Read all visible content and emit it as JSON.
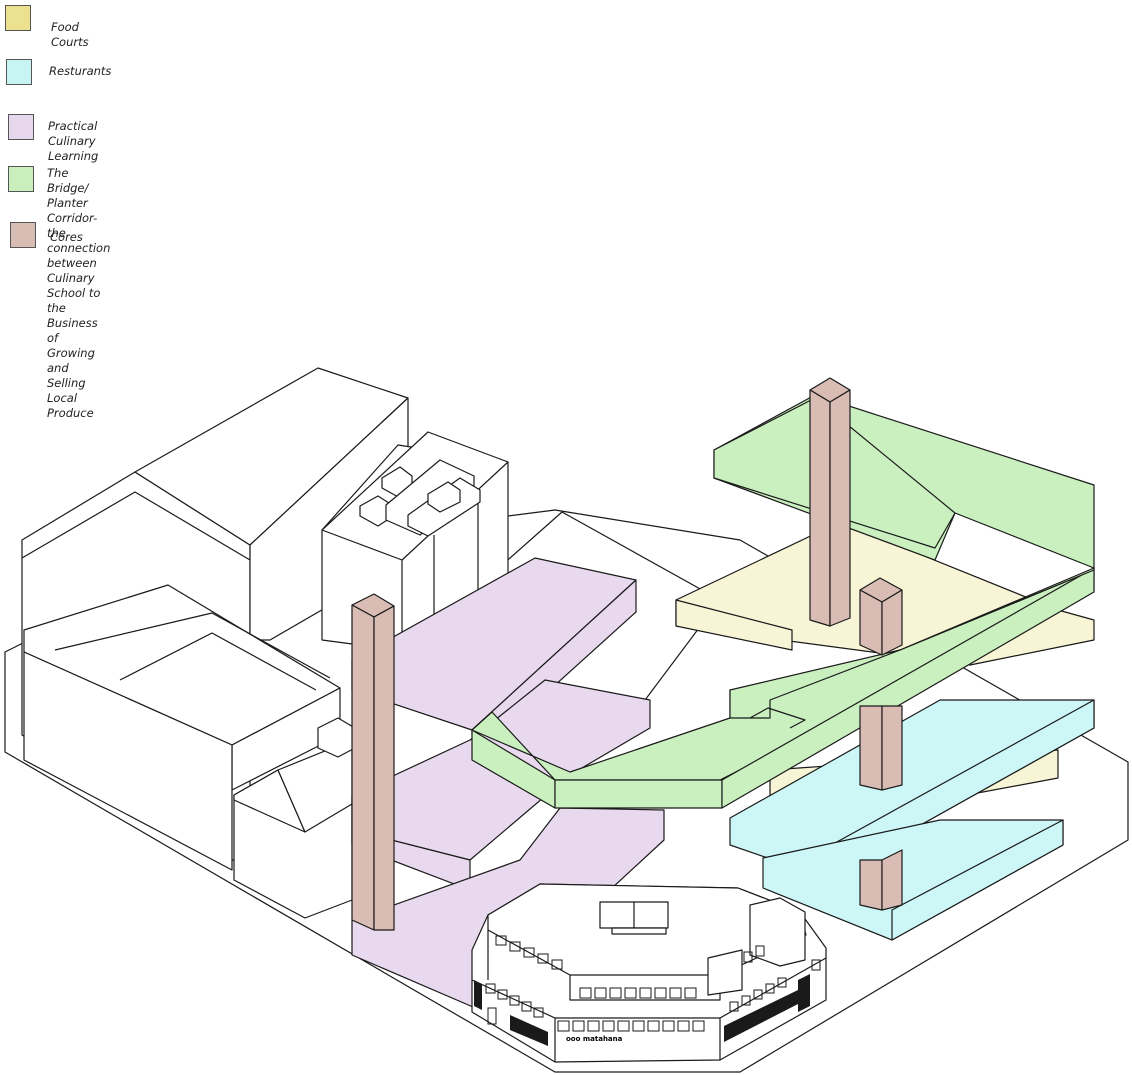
{
  "legend": {
    "items": [
      {
        "key": "food_courts",
        "label": "Food Courts",
        "color": "#ece18f"
      },
      {
        "key": "restaurants",
        "label": "Resturants",
        "color": "#c8f4f4"
      },
      {
        "key": "culinary",
        "label": "Practical Culinary Learning",
        "color": "#e6d7ec"
      },
      {
        "key": "bridge",
        "label": "The Bridge/ Planter Corridor-\nthe  connection between\nCulinary School to the Business of\nGrowing and Selling Local Produce",
        "color": "#c9efbc"
      },
      {
        "key": "cores",
        "label": "Cores",
        "color": "#d8bdb4"
      }
    ]
  },
  "diagram": {
    "storefront_sign": "ooo matahana",
    "colors": {
      "food_court_fill": "#f8f4d6",
      "restaurant_fill": "#cdf7f7",
      "culinary_fill": "#e8d9ee",
      "bridge_fill": "#caf0bf",
      "core_fill": "#d9bdb5",
      "context_fill": "#ffffff",
      "line": "#1a1a1a"
    }
  }
}
